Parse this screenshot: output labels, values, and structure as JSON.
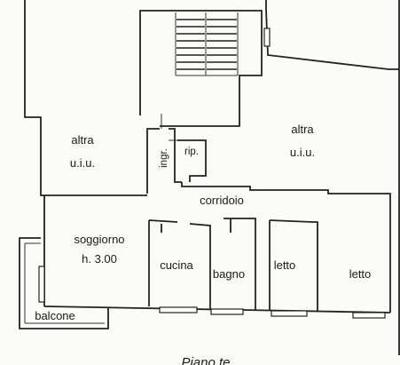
{
  "plan": {
    "rooms": {
      "altra_left": [
        "altra",
        "u.i.u."
      ],
      "altra_right": [
        "altra",
        "u.i.u."
      ],
      "ingresso": "ingr.",
      "ripostiglio": "rip.",
      "corridoio": "corridoio",
      "soggiorno": [
        "soggiorno",
        "h. 3.00"
      ],
      "cucina": "cucina",
      "bagno": "bagno",
      "letto_1": "letto",
      "letto_2": "letto",
      "balcone": "balcone"
    },
    "floor_caption": "Piano te"
  }
}
